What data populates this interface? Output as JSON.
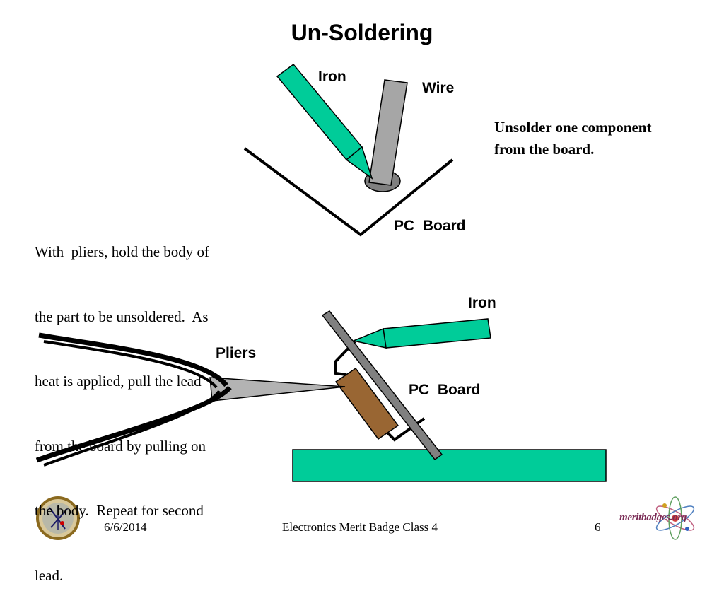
{
  "slide": {
    "title": "Un-Soldering"
  },
  "labels": {
    "iron_top": "Iron",
    "wire_top": "Wire",
    "pc_board_top": "PC  Board",
    "iron_bottom": "Iron",
    "pliers": "Pliers",
    "pc_board_bottom": "PC  Board"
  },
  "notes": {
    "goal_line1": "Unsolder one component",
    "goal_line2": "from the board.",
    "instructions": [
      "With  pliers, hold the body of",
      "the part to be unsoldered.  As",
      "heat is applied, pull the lead",
      "from the board by pulling on",
      "the body.  Repeat for second",
      "lead."
    ]
  },
  "footer": {
    "date": "6/6/2014",
    "center": "Electronics Merit Badge Class 4",
    "page": "6",
    "logo_text": "meritbadges.org"
  },
  "colors": {
    "iron_green": "#00cc99",
    "wire_gray": "#a6a6a6",
    "board_green": "#00cc99",
    "component_brown": "#996633",
    "pliers_gray": "#b3b3b3"
  },
  "icons": {
    "left_logo": "merit-badge-emblem-icon",
    "right_logo": "atom-icon"
  }
}
